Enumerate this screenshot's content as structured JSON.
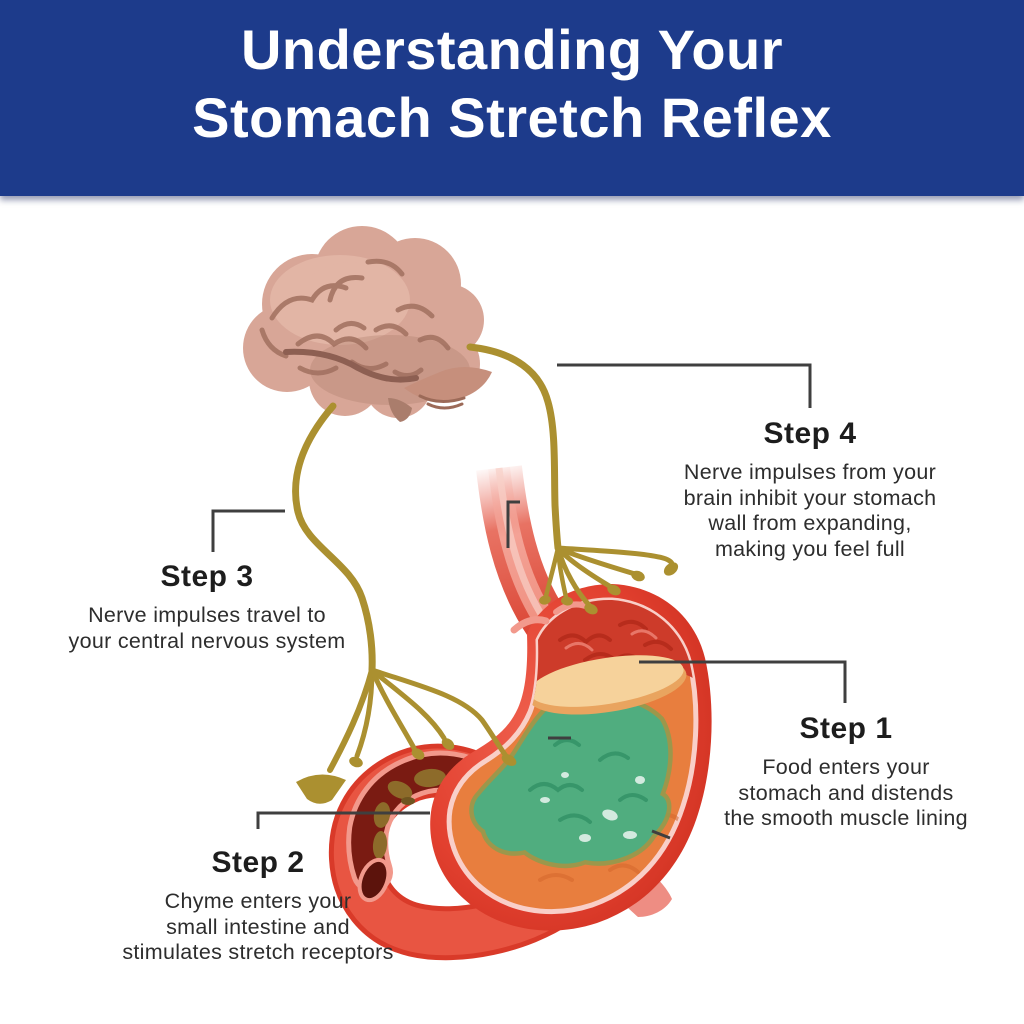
{
  "header": {
    "line1": "Understanding Your",
    "line2": "Stomach Stretch Reflex"
  },
  "steps": {
    "step1": {
      "label": "Step 1",
      "lines": [
        "Food enters your",
        "stomach and distends",
        "the smooth muscle lining"
      ]
    },
    "step2": {
      "label": "Step 2",
      "lines": [
        "Chyme enters your",
        "small intestine and",
        "stimulates stretch receptors"
      ]
    },
    "step3": {
      "label": "Step 3",
      "lines": [
        "Nerve impulses travel to",
        "your central nervous system"
      ]
    },
    "step4": {
      "label": "Step 4",
      "lines": [
        "Nerve impulses from your",
        "brain inhibit your stomach",
        "wall from expanding,",
        "making you feel full"
      ]
    }
  },
  "figures": {
    "brain": "brain-illustration",
    "nerves": "vagus-nerve-fibers",
    "stomach": "stomach-cross-section",
    "duodenum": "small-intestine-cross-section"
  },
  "colors": {
    "header-blue": "#1d3b8b",
    "title-white": "#ffffff",
    "text-dark": "#2d2d2d",
    "heading-dark": "#1d1d1d",
    "leader-line": "#3f3f3f",
    "nerve-olive": "#ab9030",
    "stomach-red": "#e2402f",
    "stomach-red-dark": "#c52a1b",
    "stomach-red-deep": "#cd3b2a",
    "lining-pink": "#f9cfc8",
    "cut-pink": "#f2998c",
    "mucosa-orange": "#e87e3e",
    "mucosa-orange-deep": "#d4662c",
    "fluid-peach": "#f6d29b",
    "fluid-peach-rim": "#e9a45f",
    "chyme-green": "#50ad7f",
    "chyme-green-dark": "#37966a",
    "chyme-olive": "#949a4c",
    "duodenum-dark": "#7a1b12",
    "chyme-brown": "#8d6b2a",
    "ribbon-pink": "#ee8d83",
    "brain-pink": "#d8a697",
    "brain-line": "#a1705f",
    "rugae-dark": "#b52c1b",
    "rugae-light": "#ef8678"
  }
}
